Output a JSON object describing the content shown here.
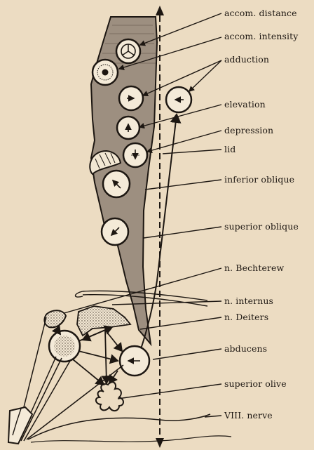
{
  "labels": {
    "accom_distance": "accom. distance",
    "accom_intensity": "accom. intensity",
    "adduction": "adduction",
    "elevation": "elevation",
    "depression": "depression",
    "lid": "lid",
    "inferior_oblique": "inferior oblique",
    "superior_oblique": "superior oblique",
    "n_bechterew": "n. Bechterew",
    "n_internus": "n. internus",
    "n_deiters": "n. Deiters",
    "abducens": "abducens",
    "superior_olive": "superior olive",
    "viii_nerve": "VIII. nerve"
  },
  "colors": {
    "paper": "#ecdcc2",
    "ink": "#1d1712",
    "nucleus_fill": "#9d8f80",
    "circle_fill": "#f4ead8"
  },
  "icons": {
    "accom_distance": "wheel-icon",
    "accom_intensity": "pupil-icon",
    "adduction": "arrow-right-icon",
    "elevation": "arrow-up-icon",
    "depression": "arrow-down-icon",
    "inferior_oblique": "arrow-up-left-icon",
    "superior_oblique": "arrow-down-left-icon",
    "abducens": "arrow-left-icon"
  }
}
